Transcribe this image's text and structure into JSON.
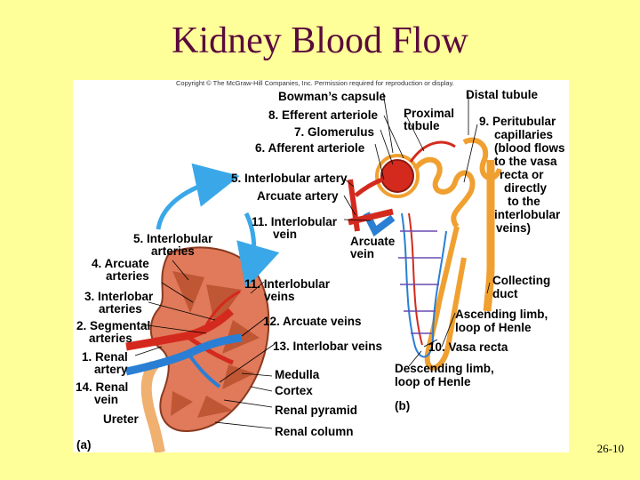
{
  "slide": {
    "title": "Kidney Blood Flow",
    "page_number": "26-10"
  },
  "figure": {
    "copyright": "Copyright © The McGraw-Hill Companies, Inc. Permission required for reproduction or display.",
    "panel_a": "(a)",
    "panel_b": "(b)",
    "labels_a": {
      "interlobular_arteries": [
        "5. Interlobular",
        "arteries"
      ],
      "arcuate_arteries": [
        "4. Arcuate",
        "arteries"
      ],
      "interlobar_arteries": [
        "3. Interlobar",
        "arteries"
      ],
      "segmental_arteries": [
        "2. Segmental",
        "arteries"
      ],
      "renal_artery": [
        "1. Renal",
        "artery"
      ],
      "renal_vein": [
        "14. Renal",
        "vein"
      ],
      "ureter": "Ureter",
      "interlobular_veins": [
        "11. Interlobular",
        "veins"
      ],
      "arcuate_veins": "12. Arcuate veins",
      "interlobar_veins": "13. Interlobar veins",
      "medulla": "Medulla",
      "cortex": "Cortex",
      "renal_pyramid": "Renal pyramid",
      "renal_column": "Renal column"
    },
    "labels_b": {
      "bowmans_capsule": "Bowman’s capsule",
      "efferent_arteriole": "8. Efferent arteriole",
      "glomerulus": "7. Glomerulus",
      "afferent_arteriole": "6. Afferent arteriole",
      "interlobular_artery": "5. Interlobular artery",
      "arcuate_artery": "Arcuate artery",
      "interlobular_vein": [
        "11. Interlobular",
        "vein"
      ],
      "arcuate_vein": [
        "Arcuate",
        "vein"
      ],
      "proximal_tubule": [
        "Proximal",
        "tubule"
      ],
      "distal_tubule": "Distal tubule",
      "peritubular_capillaries": [
        "9. Peritubular",
        "capillaries",
        "(blood flows",
        "to the vasa",
        "recta or",
        "directly",
        "to the",
        "interlobular",
        "veins)"
      ],
      "collecting_duct": [
        "Collecting",
        "duct"
      ],
      "ascending_limb": [
        "Ascending limb,",
        "loop of Henle"
      ],
      "vasa_recta": "10. Vasa recta",
      "descending_limb": [
        "Descending limb,",
        "loop of Henle"
      ]
    },
    "colors": {
      "artery": "#d42a1e",
      "vein": "#2a7fd4",
      "tubule": "#f0a030",
      "kidney": "#e07a5a",
      "pyramid": "#b8502e",
      "arrow": "#3aa8e8"
    }
  }
}
